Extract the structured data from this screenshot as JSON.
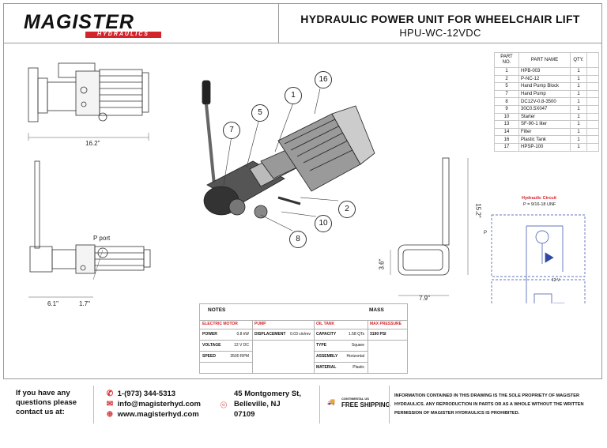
{
  "header": {
    "logo_main": "MAGISTER",
    "logo_sub": "HYDRAULICS",
    "title": "HYDRAULIC POWER UNIT FOR WHEELCHAIR LIFT",
    "model": "HPU-WC-12VDC"
  },
  "parts_table": {
    "headers": [
      "PART NO.",
      "PART NAME",
      "QTY."
    ],
    "rows": [
      {
        "no": "1",
        "name": "HPB-003",
        "qty": "1"
      },
      {
        "no": "2",
        "name": "P-NC-12",
        "qty": "1"
      },
      {
        "no": "5",
        "name": "Hand Pump Block",
        "qty": "1"
      },
      {
        "no": "7",
        "name": "Hand Pump",
        "qty": "1"
      },
      {
        "no": "8",
        "name": "DC12V-0.8-3500",
        "qty": "1"
      },
      {
        "no": "9",
        "name": "30C0.5X047",
        "qty": "1"
      },
      {
        "no": "10",
        "name": "Starter",
        "qty": "1"
      },
      {
        "no": "13",
        "name": "SF-90-1 liter",
        "qty": "1"
      },
      {
        "no": "14",
        "name": "Filter",
        "qty": "1"
      },
      {
        "no": "16",
        "name": "Plastic Tank",
        "qty": "1"
      },
      {
        "no": "17",
        "name": "HPSP-100",
        "qty": "1"
      }
    ]
  },
  "dimensions": {
    "length": "16.2\"",
    "width": "6.1\"",
    "offset": "1.7\"",
    "height": "15.2\"",
    "depth": "7.9\"",
    "side": "3.6\"",
    "port_label": "P port",
    "p_label": "P"
  },
  "callouts": [
    "16",
    "1",
    "5",
    "7",
    "2",
    "10",
    "8"
  ],
  "circuit": {
    "title": "Hydraulic Circuit",
    "subtitle": "P = 9/16-18 UNF",
    "voltage": "12 V"
  },
  "specs": {
    "notes_label": "NOTES",
    "mass_label": "MASS",
    "motor": {
      "header": "ELECTRIC MOTOR",
      "power_label": "POWER",
      "power": "0.8 kW",
      "voltage_label": "VOLTAGE",
      "voltage": "12 V DC",
      "speed_label": "SPEED",
      "speed": "3500 RPM"
    },
    "pump": {
      "header": "PUMP",
      "displacement_label": "DISPLACEMENT",
      "displacement": "0.03 cin/rev"
    },
    "tank": {
      "header": "OIL TANK",
      "capacity_label": "CAPACITY",
      "capacity": "1.58 QTs",
      "type_label": "TYPE",
      "type": "Square",
      "assembly_label": "ASSEMBLY",
      "assembly": "Horizontal",
      "material_label": "MATERIAL",
      "material": "Plastic"
    },
    "pressure": {
      "header": "MAX PRESSURE",
      "value": "3190 PSI"
    }
  },
  "footer": {
    "ask": [
      "If you have any",
      "questions please",
      "contact us at:"
    ],
    "phone": "1-(973) 344-5313",
    "email": "info@magisterhyd.com",
    "web": "www.magisterhyd.com",
    "address": [
      "45 Montgomery St,",
      "Belleville, NJ",
      "07109"
    ],
    "continental": "CONTINENTAL US",
    "shipping": "FREE SHIPPING",
    "disclaimer": "INFORMATION CONTAINED IN THIS DRAWING IS THE SOLE PROPRIETY OF MAGISTER HYDRAULICS. ANY REPRODUCTION IN PARTS OR AS A WHOLE WITHOUT THE WRITTEN PERMISSION OF MAGISTER HYDRAULICS IS PROHIBITED."
  },
  "colors": {
    "accent": "#d4242b"
  }
}
